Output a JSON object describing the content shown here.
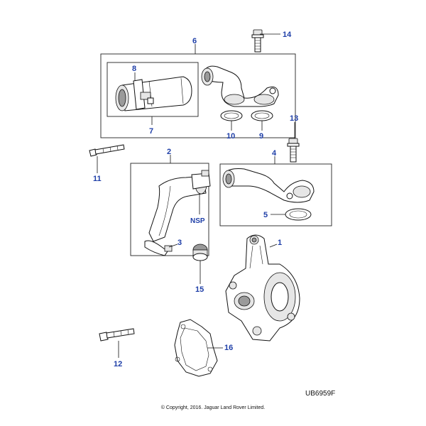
{
  "diagram": {
    "callouts": {
      "c1": "1",
      "c2": "2",
      "c3": "3",
      "c4": "4",
      "c5": "5",
      "c6": "6",
      "c7": "7",
      "c8": "8",
      "c9": "9",
      "c10": "10",
      "c11": "11",
      "c12": "12",
      "c13": "13",
      "c14": "14",
      "c15": "15",
      "c16": "16",
      "nsp": "NSP"
    },
    "reference": "UB6959F",
    "copyright": "© Copyright, 2016. Jaguar Land Rover Limited.",
    "colors": {
      "callout": "#1f3fa8",
      "line": "#111111"
    }
  }
}
